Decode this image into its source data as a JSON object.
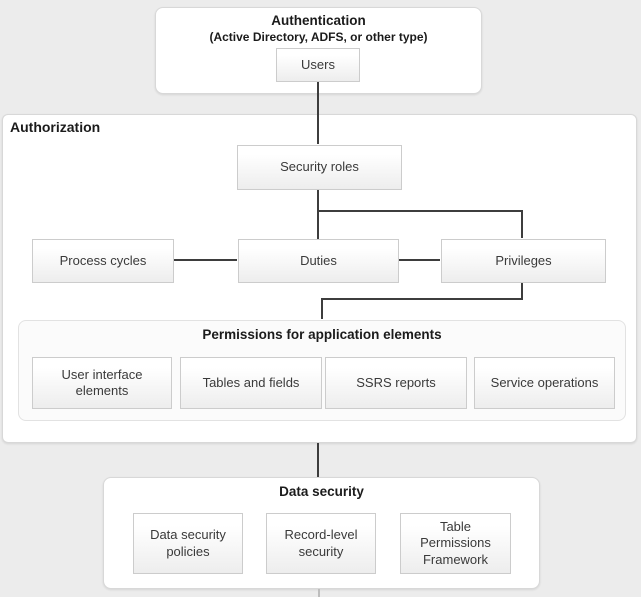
{
  "authentication": {
    "title": "Authentication",
    "subtitle": "(Active Directory, ADFS, or other type)",
    "users_label": "Users"
  },
  "authorization": {
    "title": "Authorization",
    "security_roles_label": "Security roles",
    "nodes": [
      "Process cycles",
      "Duties",
      "Privileges"
    ],
    "permissions": {
      "title": "Permissions for application elements",
      "items": [
        "User interface elements",
        "Tables and fields",
        "SSRS reports",
        "Service operations"
      ]
    }
  },
  "data_security": {
    "title": "Data security",
    "items": [
      "Data security policies",
      "Record-level security",
      "Table Permissions Framework"
    ]
  },
  "colors": {
    "bg": "#ececec",
    "panel": "#ffffff",
    "panel-border": "#d8d8d8",
    "node-border": "#cccccc",
    "connector": "#3d3d3d"
  }
}
